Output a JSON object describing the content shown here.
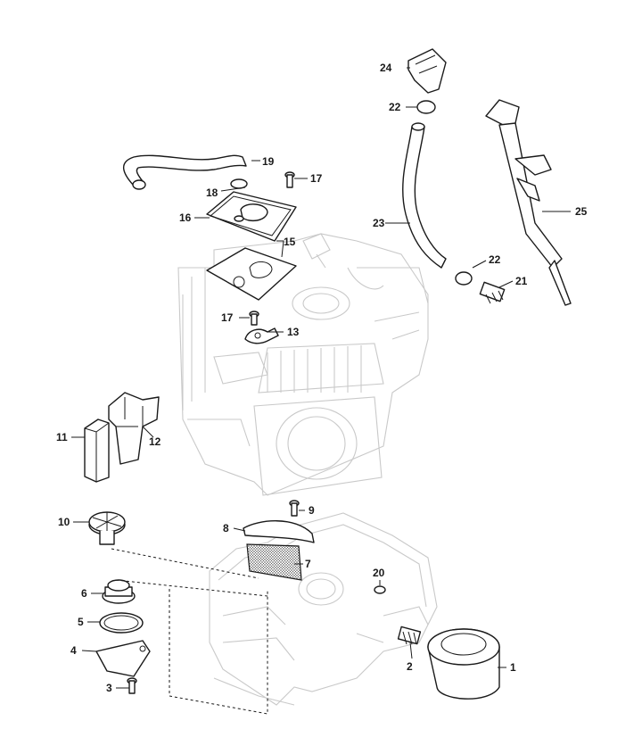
{
  "callouts": [
    {
      "id": "1",
      "label": "1"
    },
    {
      "id": "2",
      "label": "2"
    },
    {
      "id": "3",
      "label": "3"
    },
    {
      "id": "4",
      "label": "4"
    },
    {
      "id": "5",
      "label": "5"
    },
    {
      "id": "6",
      "label": "6"
    },
    {
      "id": "7",
      "label": "7"
    },
    {
      "id": "8",
      "label": "8"
    },
    {
      "id": "9",
      "label": "9"
    },
    {
      "id": "10",
      "label": "10"
    },
    {
      "id": "11",
      "label": "11"
    },
    {
      "id": "12",
      "label": "12"
    },
    {
      "id": "13",
      "label": "13"
    },
    {
      "id": "15",
      "label": "15"
    },
    {
      "id": "16",
      "label": "16"
    },
    {
      "id": "17a",
      "label": "17"
    },
    {
      "id": "17b",
      "label": "17"
    },
    {
      "id": "18",
      "label": "18"
    },
    {
      "id": "19",
      "label": "19"
    },
    {
      "id": "20",
      "label": "20"
    },
    {
      "id": "21",
      "label": "21"
    },
    {
      "id": "22a",
      "label": "22"
    },
    {
      "id": "22b",
      "label": "22"
    },
    {
      "id": "23",
      "label": "23"
    },
    {
      "id": "24",
      "label": "24"
    },
    {
      "id": "25",
      "label": "25"
    }
  ]
}
